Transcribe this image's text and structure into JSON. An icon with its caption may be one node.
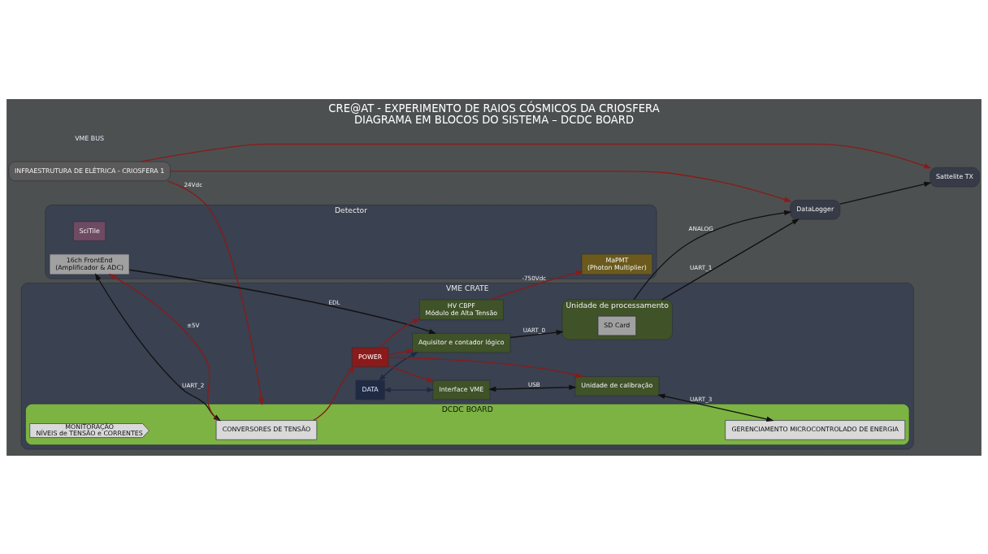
{
  "diagram": {
    "title": "CRE@AT - EXPERIMENTO DE RAIOS CÓSMICOS DA CRIOSFERA",
    "caption": "DIAGRAMA EM BLOCOS DO SISTEMA – DCDC BOARD",
    "nodes": [
      {
        "text": [
          "INFRAESTRUTURA DE ELÉTRICA - CRIOSFERA 1"
        ]
      },
      {
        "text": [
          "Detector"
        ]
      },
      {
        "text": [
          "SciTile"
        ],
        "in": 1
      },
      {
        "text": [
          "MaPMT",
          "(Photon Multiplier)"
        ],
        "in": 1
      },
      {
        "text": [
          "16ch FrontEnd",
          "(Amplificador & ADC)"
        ],
        "in": 1
      },
      {
        "text": [
          "VME CRATE"
        ]
      },
      {
        "text": [
          "DCDC BOARD"
        ],
        "in": 5
      },
      {
        "text": [
          "CONVERSORES DE TENSÃO"
        ],
        "in": 6
      },
      {
        "text": [
          "MONITORAÇÃO",
          "NÍVEIS de TENSÃO e CORRENTES"
        ],
        "in": 6
      },
      {
        "text": [
          "GERENCIAMENTO MICROCONTROLADO DE ENERGIA"
        ],
        "in": 6
      },
      {
        "text": [
          "HV CBPF",
          "Módulo de Alta Tensão"
        ],
        "in": 5
      },
      {
        "text": [
          "DATA"
        ],
        "in": 5
      },
      {
        "text": [
          "POWER"
        ],
        "in": 5
      },
      {
        "text": [
          "Aquisitor e contador lógico"
        ],
        "in": 5
      },
      {
        "text": [
          "Interface VME"
        ],
        "in": 5
      },
      {
        "text": [
          "Unidade de calibração"
        ],
        "in": 5
      },
      {
        "text": [
          "Unidade de processamento"
        ],
        "in": 5
      },
      {
        "text": [
          "SD Card"
        ],
        "in": 16
      },
      {
        "text": [
          "DataLogger"
        ]
      },
      {
        "text": [
          "Sattelite TX"
        ]
      }
    ],
    "edges": [
      {
        "from": 0,
        "to": 6,
        "arrow": "to",
        "label": "24Vdc"
      },
      {
        "from": 0,
        "to": 18,
        "arrow": "to"
      },
      {
        "from": 0,
        "to": 19,
        "arrow": "to"
      },
      {
        "from": 4,
        "to": 7,
        "arrow": "both",
        "label": "UART_2",
        "color": "#111111"
      },
      {
        "from": 7,
        "to": 4,
        "arrow": "to",
        "label": "±5V"
      },
      {
        "from": 10,
        "to": 3,
        "arrow": "to",
        "label": "-750Vdc"
      },
      {
        "from": 4,
        "to": 13,
        "arrow": "to",
        "label": "EDL",
        "color": "#111111"
      },
      {
        "from": 7,
        "to": 12,
        "arrow": "to"
      },
      {
        "from": 12,
        "to": 10,
        "arrow": "to"
      },
      {
        "from": 12,
        "to": 14,
        "arrow": "to"
      },
      {
        "from": 12,
        "to": 13,
        "arrow": "to"
      },
      {
        "from": 12,
        "to": 15,
        "arrow": "to"
      },
      {
        "from": 11,
        "to": 14,
        "arrow": "both",
        "color": "#1f2a44"
      },
      {
        "from": 11,
        "to": 13,
        "arrow": "both",
        "color": "#1f2a44"
      },
      {
        "from": 13,
        "to": 16,
        "arrow": "to",
        "label": "UART_0",
        "color": "#111111"
      },
      {
        "from": 14,
        "to": 15,
        "arrow": "both",
        "label": "USB",
        "color": "#111111"
      },
      {
        "from": 15,
        "to": 9,
        "arrow": "both",
        "label": "UART_3",
        "color": "#111111"
      },
      {
        "from": 16,
        "to": 18,
        "arrow": "to",
        "label": "UART_1",
        "color": "#111111"
      },
      {
        "from": 16,
        "to": 18,
        "arrow": "to",
        "label": "ANALOG",
        "color": "#111111"
      },
      {
        "from": 18,
        "to": 19,
        "arrow": "to",
        "color": "#111111"
      }
    ],
    "labels": [
      "VME BUS"
    ]
  }
}
